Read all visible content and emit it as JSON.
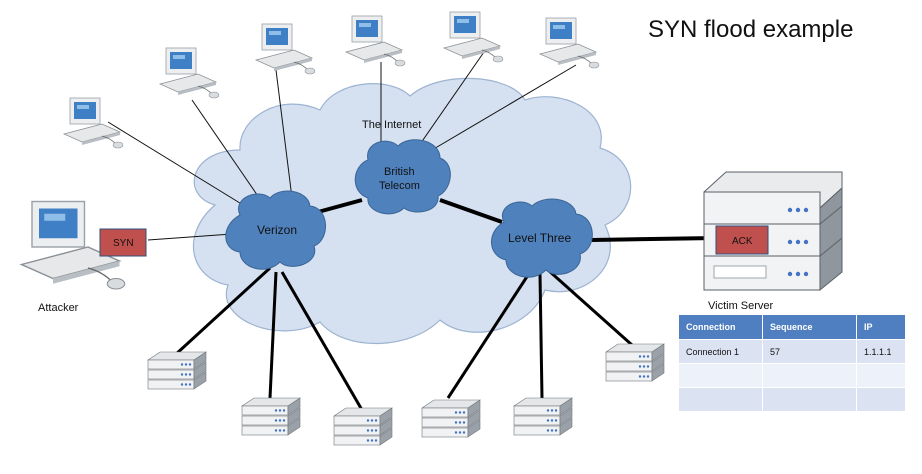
{
  "title": "SYN flood example",
  "cloud_label": "The Internet",
  "isp_nodes": {
    "verizon": "Verizon",
    "british_telecom_line1": "British",
    "british_telecom_line2": "Telecom",
    "level_three": "Level Three"
  },
  "packets": {
    "syn": "SYN",
    "ack": "ACK"
  },
  "attacker_label": "Attacker",
  "victim_label": "Victim Server",
  "table": {
    "headers": [
      "Connection",
      "Sequence",
      "IP"
    ],
    "rows": [
      [
        "Connection 1",
        "57",
        "1.1.1.1"
      ],
      [
        "",
        "",
        ""
      ],
      [
        "",
        "",
        ""
      ]
    ]
  },
  "colors": {
    "cloud_fill": "#d5e1f0",
    "isp_fill": "#4f81bd",
    "packet_fill": "#c0504d",
    "table_header": "#4f7fc1"
  }
}
